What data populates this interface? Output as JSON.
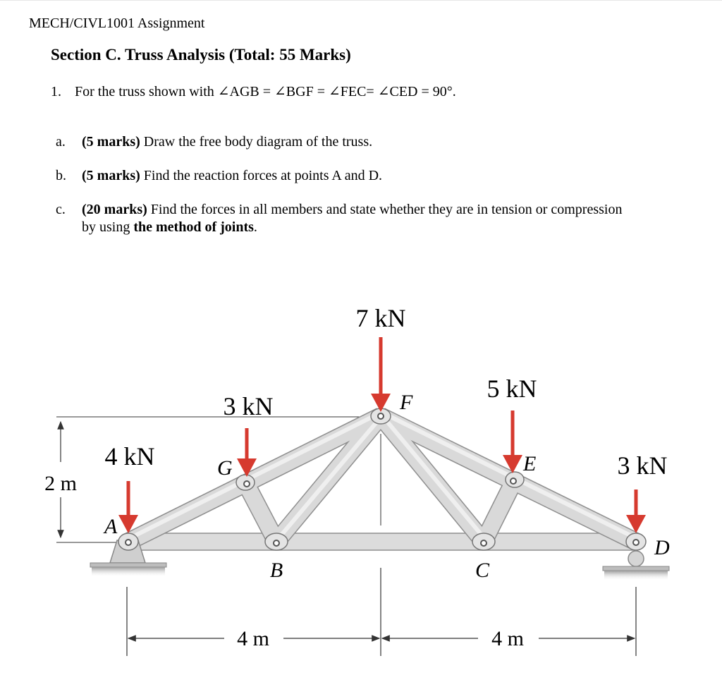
{
  "header": "MECH/CIVL1001 Assignment",
  "section_title": "Section C. Truss Analysis (Total: 55 Marks)",
  "question": {
    "number": "1.",
    "text": "For the truss shown with ∠AGB = ∠BGF = ∠FEC= ∠CED = 90°."
  },
  "parts": [
    {
      "letter": "a.",
      "marks": "(5 marks)",
      "text": "Draw the free body diagram of the truss."
    },
    {
      "letter": "b.",
      "marks": "(5 marks)",
      "text": "Find the reaction forces at points A and D."
    },
    {
      "letter": "c.",
      "marks": "(20 marks)",
      "text": "Find the forces in all members and state whether they are in tension or compression by using ",
      "emphasis": "the method of joints",
      "text_end": "."
    }
  ],
  "figure": {
    "loads": {
      "F": "7 kN",
      "E": "5 kN",
      "G": "3 kN",
      "A": "4 kN",
      "D": "3 kN"
    },
    "joints": {
      "A": "A",
      "B": "B",
      "C": "C",
      "D": "D",
      "E": "E",
      "F": "F",
      "G": "G"
    },
    "dimensions": {
      "height": "2 m",
      "left_span": "4 m",
      "right_span": "4 m"
    },
    "colors": {
      "member": "#d7d7d7",
      "member_edge": "#8f8f8f",
      "load_arrow": "#d63a2f",
      "support": "#c9c9c9"
    }
  }
}
